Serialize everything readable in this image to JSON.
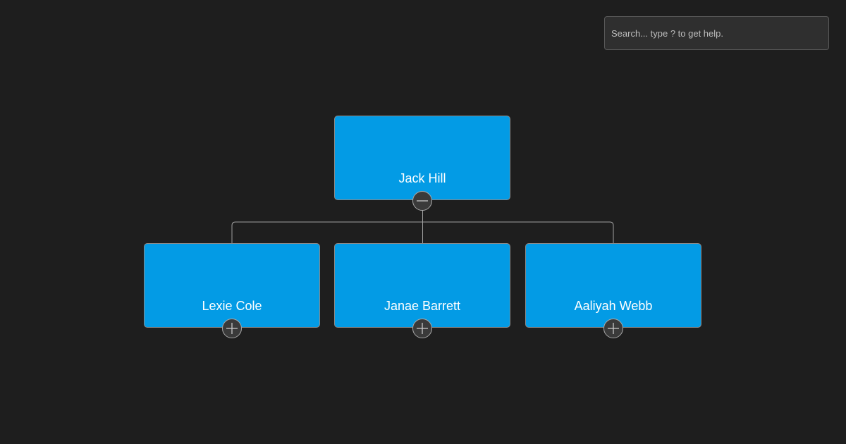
{
  "search": {
    "placeholder": "Search... type ? to get help."
  },
  "org_chart": {
    "root": {
      "name": "Jack Hill",
      "toggle_state": "collapse"
    },
    "children": [
      {
        "name": "Lexie Cole",
        "toggle_state": "expand"
      },
      {
        "name": "Janae Barrett",
        "toggle_state": "expand"
      },
      {
        "name": "Aaliyah Webb",
        "toggle_state": "expand"
      }
    ]
  },
  "colors": {
    "background": "#1e1e1e",
    "node_fill": "#039be5",
    "node_text": "#ffffff",
    "connector": "#a0a0a0"
  },
  "icons": {
    "collapse": "minus-icon",
    "expand": "plus-icon"
  }
}
